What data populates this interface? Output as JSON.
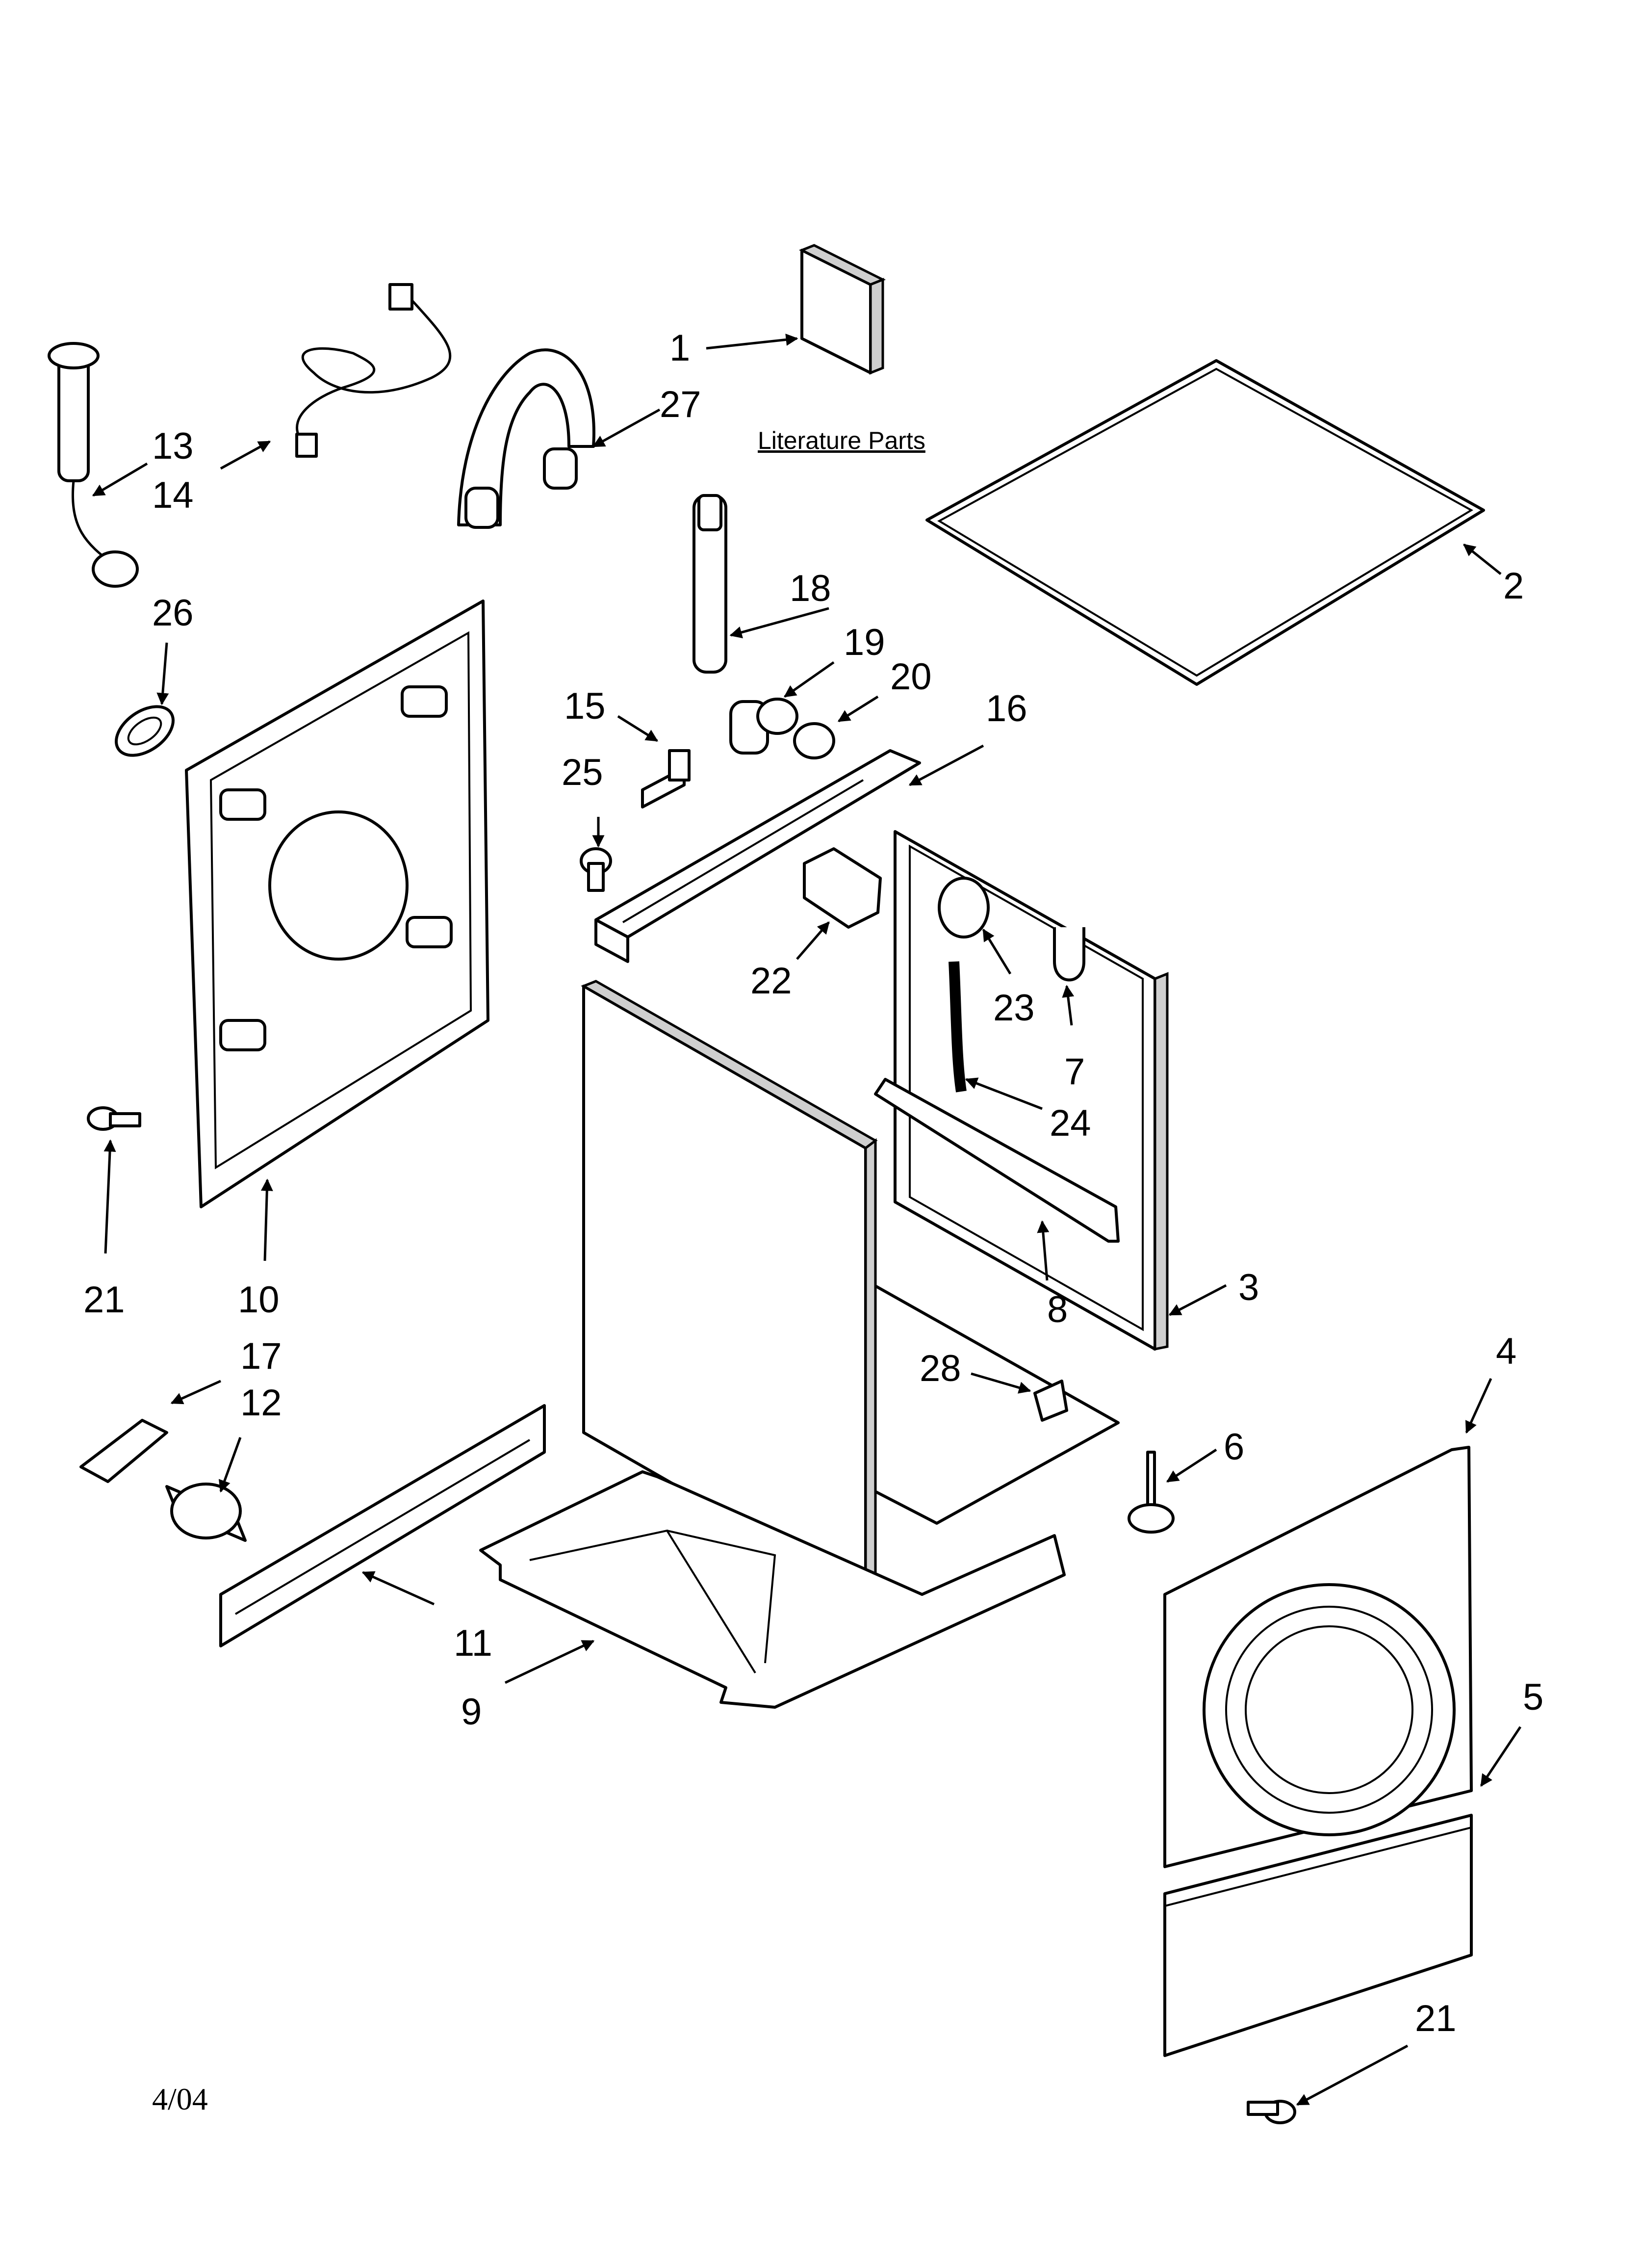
{
  "diagram": {
    "literature_label": "Literature Parts",
    "date_code": "4/04",
    "callouts": [
      "1",
      "2",
      "3",
      "4",
      "5",
      "6",
      "7",
      "8",
      "9",
      "10",
      "11",
      "12",
      "13",
      "14",
      "15",
      "16",
      "17",
      "18",
      "19",
      "20",
      "21",
      "21",
      "22",
      "23",
      "24",
      "25",
      "26",
      "27",
      "28"
    ]
  },
  "colors": {
    "line": "#000000",
    "shade": "#cfcfcf",
    "background": "#ffffff"
  }
}
